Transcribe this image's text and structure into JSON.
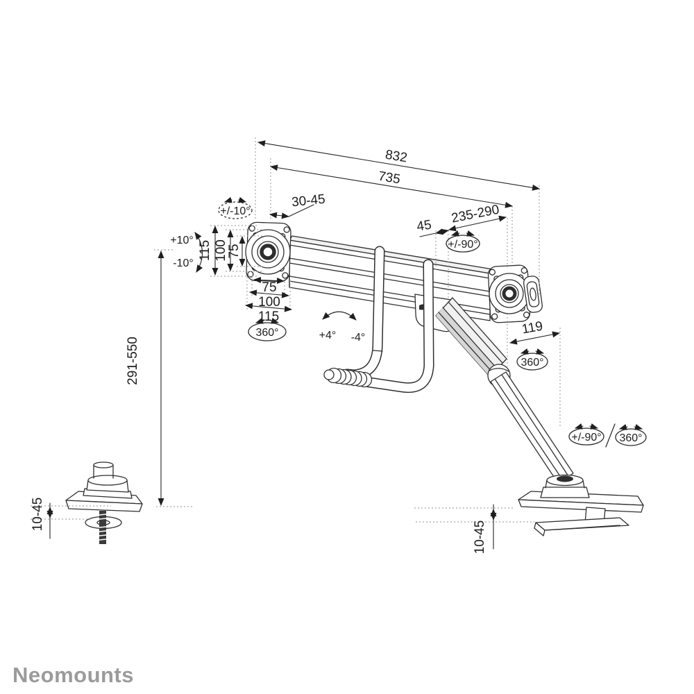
{
  "brand": {
    "logo_text": "Neomounts",
    "color": "#9b9b9b"
  },
  "annotations": {
    "width_total": "832",
    "width_crossbar": "735",
    "vesa_depth": "30-45",
    "pivot_gap": "45",
    "arm_reach": "235-290",
    "forearm": "119",
    "height_range": "291-550",
    "grommet_thickness": "10-45",
    "clamp_thickness": "10-45",
    "vesa_v": {
      "plate": "115",
      "v100": "100",
      "v75": "75"
    },
    "vesa_h": {
      "v75": "75",
      "v100": "100",
      "plate": "115"
    },
    "angles": {
      "monitor_tilt_range": "+/-10°",
      "monitor_tilt_up": "+10°",
      "monitor_tilt_down": "-10°",
      "monitor_rotation": "360°",
      "crossbar_tilt_up": "+4°",
      "crossbar_tilt_down": "-4°",
      "monitor_swivel": "+/-90°",
      "arm_rotation": "360°",
      "base_swivel": "+/-90°",
      "base_rotation": "360°"
    }
  },
  "colors": {
    "line": "#2e2e2e",
    "dotted": "#a6a6a6",
    "brand": "#9b9b9b",
    "background": "#ffffff"
  }
}
